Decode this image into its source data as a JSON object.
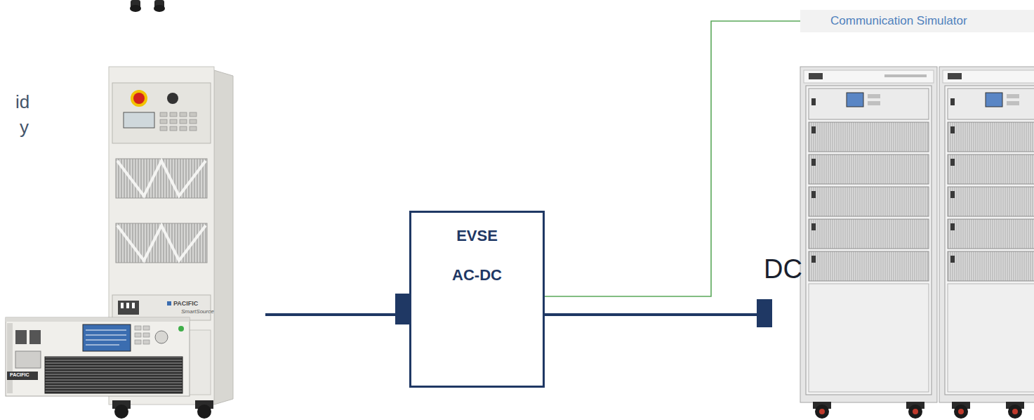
{
  "diagram": {
    "nodes": [
      {
        "text": [
          "EVSE",
          "AC-DC"
        ]
      },
      {
        "text": [
          "Communication Simulator"
        ]
      }
    ],
    "edges": [
      {
        "from": 0,
        "to": 1,
        "arrow": "none"
      }
    ],
    "labels": [
      "id",
      "y",
      "DC",
      "PACIFIC",
      "SmartSource",
      "PACIFIC"
    ]
  }
}
